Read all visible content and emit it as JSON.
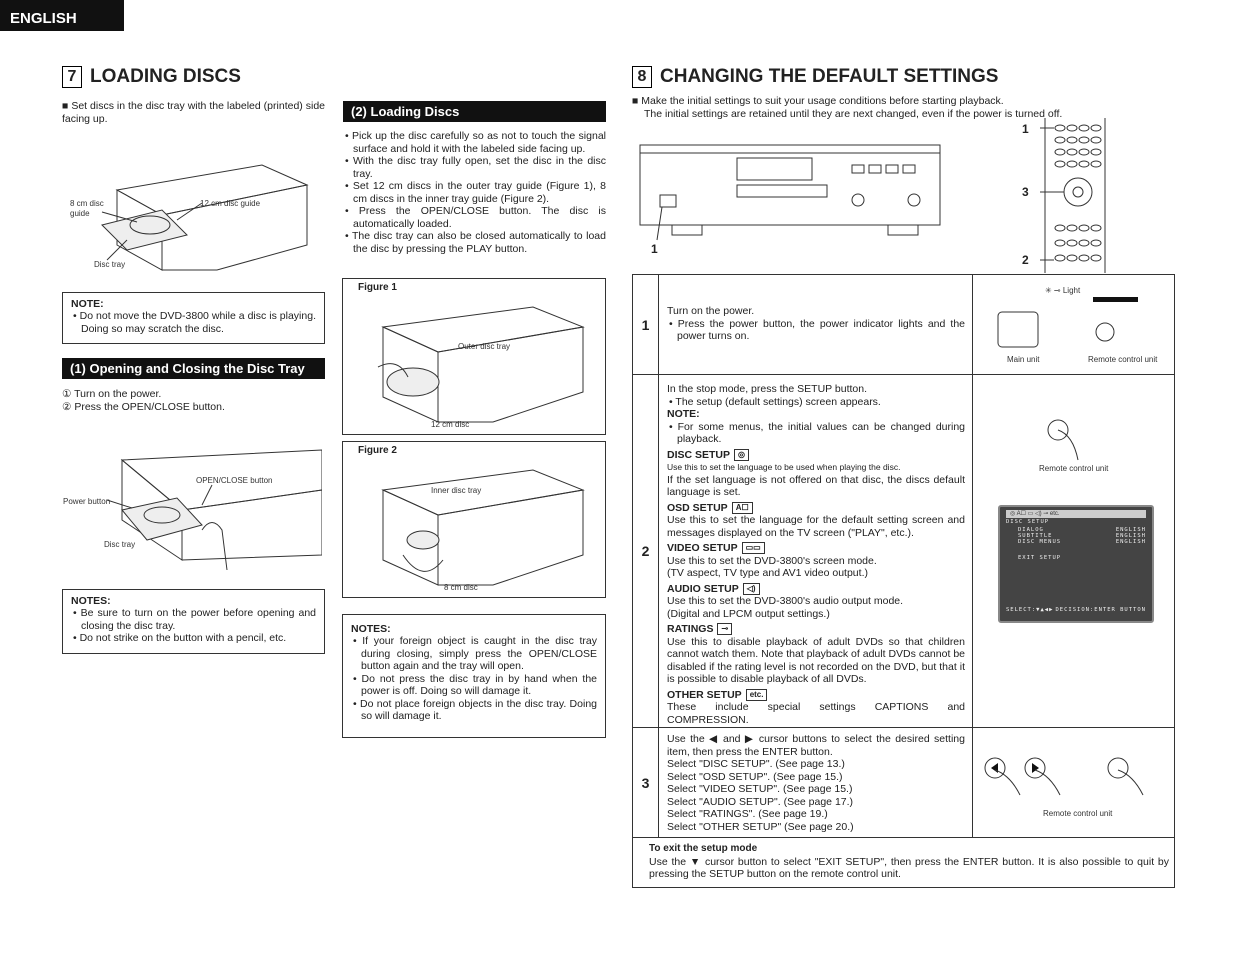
{
  "tab": "ENGLISH",
  "s7": {
    "num": "7",
    "title": "LOADING DISCS",
    "intro": "Set discs in the disc tray with the labeled (printed) side facing up.",
    "fig0": {
      "l1": "8 cm disc",
      "l2": "guide",
      "l3": "12 cm disc guide",
      "l4": "Disc tray"
    },
    "note_title": "NOTE:",
    "note": "Do not move the DVD-3800 while a disc is playing. Doing so may scratch the disc.",
    "sub1": "(1) Opening and Closing the Disc Tray",
    "step1": "① Turn on the power.",
    "step2": "② Press the OPEN/CLOSE button.",
    "fig3": {
      "l1": "OPEN/CLOSE button",
      "l2": "Power button",
      "l3": "Disc tray"
    },
    "notes_title": "NOTES:",
    "notes": [
      "Be sure to turn on the power before opening and closing the disc tray.",
      "Do not strike on the button with a pencil, etc."
    ],
    "sub2": "(2) Loading Discs",
    "load": [
      "Pick up the disc carefully so as not to touch the signal surface and hold it with the labeled side facing up.",
      "With the disc tray fully open, set the disc in the disc tray.",
      "Set 12 cm discs in the outer tray guide (Figure 1), 8 cm discs in the inner tray guide (Figure 2).",
      "Press the OPEN/CLOSE button. The disc is automatically loaded.",
      "The disc tray can also be closed automatically to load the disc by pressing the PLAY button."
    ],
    "f1": {
      "title": "Figure 1",
      "l1": "Outer disc tray",
      "l2": "12 cm disc"
    },
    "f2": {
      "title": "Figure 2",
      "l1": "Inner disc tray",
      "l2": "8 cm disc"
    },
    "notes2_title": "NOTES:",
    "notes2": [
      "If your foreign object is caught in the disc tray during closing, simply press the OPEN/CLOSE button again and the tray will open.",
      "Do not press the disc tray in by hand when the power is off. Doing so will damage it.",
      "Do not place foreign objects in the disc tray. Doing so will damage it."
    ]
  },
  "s8": {
    "num": "8",
    "title": "CHANGING THE DEFAULT SETTINGS",
    "intro1": "Make the initial settings to suit your usage conditions before starting playback.",
    "intro2": "The initial settings are retained until they are next changed, even if the power is turned off.",
    "callouts": [
      "1",
      "3",
      "2",
      "1"
    ],
    "r1": {
      "n": "1",
      "t1": "Turn on the power.",
      "t2": "Press the power button, the power indicator lights and the power turns on.",
      "light": "Light",
      "main": "Main unit",
      "remote": "Remote control unit"
    },
    "r2": {
      "n": "2",
      "t1": "In the stop mode, press the SETUP button.",
      "t2": "The setup (default settings) screen appears.",
      "note": "NOTE:",
      "t3": "For some menus, the initial values can be changed during playback.",
      "disc": "DISC SETUP",
      "disc_s": "Use this to set the language to be used when playing the disc.",
      "disc_t": "If the set language is not offered on that disc, the discs default language is set.",
      "osd": "OSD SETUP",
      "osd_t": "Use this to set the language for the default setting screen and messages displayed on the TV screen (\"PLAY\", etc.).",
      "video": "VIDEO SETUP",
      "video_t1": "Use this to set the DVD-3800's screen mode.",
      "video_t2": "(TV aspect, TV type and AV1 video output.)",
      "audio": "AUDIO SETUP",
      "audio_t1": "Use this to set the DVD-3800's audio output mode.",
      "audio_t2": "(Digital and LPCM output settings.)",
      "rat": "RATINGS",
      "rat_t": "Use this to disable playback of adult DVDs so that children cannot watch them. Note that playback of adult DVDs cannot be disabled if the rating level is not recorded on the DVD, but that it is possible to disable playback of all DVDs.",
      "other": "OTHER SETUP",
      "other_t": "These include special settings CAPTIONS and COMPRESSION.",
      "remote": "Remote control unit",
      "screen": {
        "head": "DISC SETUP",
        "r1": "DIALOG",
        "v1": "ENGLISH",
        "r2": "SUBTITLE",
        "v2": "ENGLISH",
        "r3": "DISC MENUS",
        "v3": "ENGLISH",
        "exit": "EXIT SETUP",
        "foot1": "SELECT:▼▲◀▶",
        "foot2": "DECISION:ENTER BUTTON"
      }
    },
    "r3": {
      "n": "3",
      "t": [
        "Use the ◀ and ▶ cursor buttons to select the desired setting item, then press the ENTER button.",
        "Select \"DISC SETUP\". (See page 13.)",
        "Select \"OSD SETUP\". (See page 15.)",
        "Select \"VIDEO SETUP\". (See page 15.)",
        "Select \"AUDIO SETUP\". (See page 17.)",
        "Select \"RATINGS\". (See page 19.)",
        "Select \"OTHER SETUP\" (See page 20.)"
      ],
      "remote": "Remote control unit"
    },
    "exit": {
      "title": "To exit the setup mode",
      "t": "Use the ▼ cursor button to select \"EXIT SETUP\", then press the ENTER button. It is also possible to quit by pressing the SETUP button on the remote control unit."
    }
  }
}
